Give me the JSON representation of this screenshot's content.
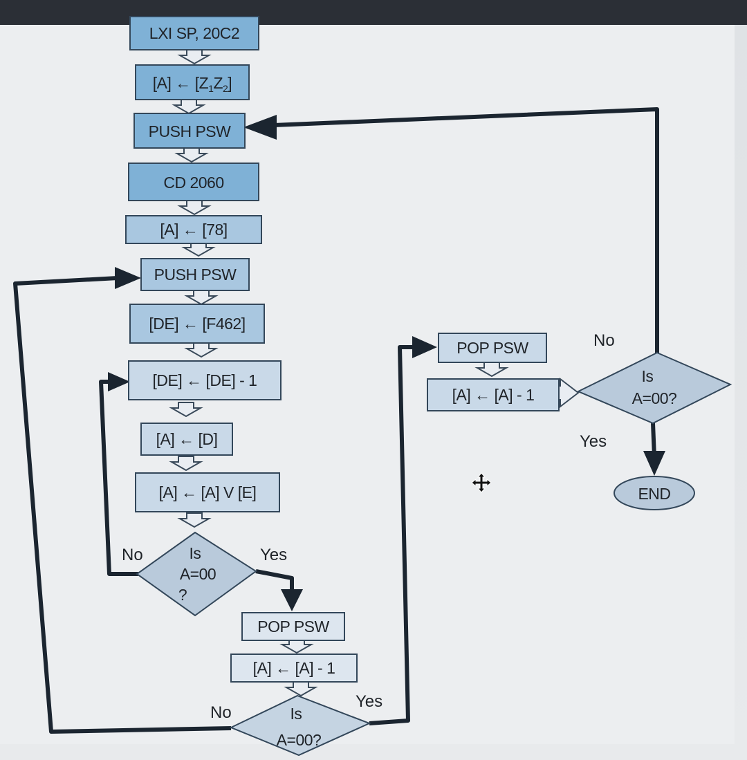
{
  "boxes": {
    "lxi": "LXI SP, 20C2",
    "load_a_main": "[A] ← [Z",
    "load_a_sub1": "1",
    "load_a_mid": "Z",
    "load_a_sub2": "2",
    "load_a_end": "]",
    "push1": "PUSH PSW",
    "cd": "CD 2060",
    "load78": "[A] ← [78]",
    "push2": "PUSH PSW",
    "de_load": "[DE] ← [F462]",
    "de_dec": "[DE] ← [DE] - 1",
    "a_d": "[A] ← [D]",
    "a_or": "[A] ← [A] V [E]",
    "pop_mid": "POP PSW",
    "dec_mid": "[A] ← [A] - 1",
    "pop_right": "POP PSW",
    "dec_right": "[A] ← [A] - 1",
    "end": "END"
  },
  "decisions": {
    "d1_line1": "Is",
    "d1_line2": "A=00",
    "d1_line3": "?",
    "d2_line1": "Is",
    "d2_line2": "A=00?",
    "d3_line1": "Is",
    "d3_line2": "A=00?"
  },
  "labels": {
    "d1_no": "No",
    "d1_yes": "Yes",
    "d2_no": "No",
    "d2_yes": "Yes",
    "d3_no": "No",
    "d3_yes": "Yes"
  },
  "colors": {
    "box_dark": "#7fb1d6",
    "box_light": "#c9d9e8",
    "decision": "#b9cadb",
    "line": "#1b2530",
    "hollow_arrow": "#e9edf2"
  }
}
